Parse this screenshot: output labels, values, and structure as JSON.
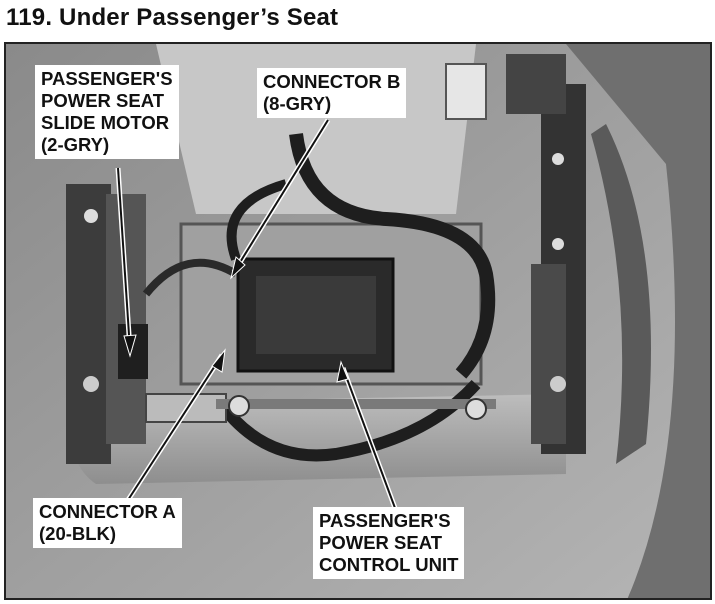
{
  "title": "119. Under Passenger’s Seat",
  "callouts": {
    "motor": "PASSENGER'S\nPOWER SEAT\nSLIDE MOTOR\n(2-GRY)",
    "connector_b": "CONNECTOR B\n(8-GRY)",
    "connector_a": "CONNECTOR A\n(20-BLK)",
    "control_unit": "PASSENGER'S\nPOWER SEAT\nCONTROL UNIT"
  }
}
